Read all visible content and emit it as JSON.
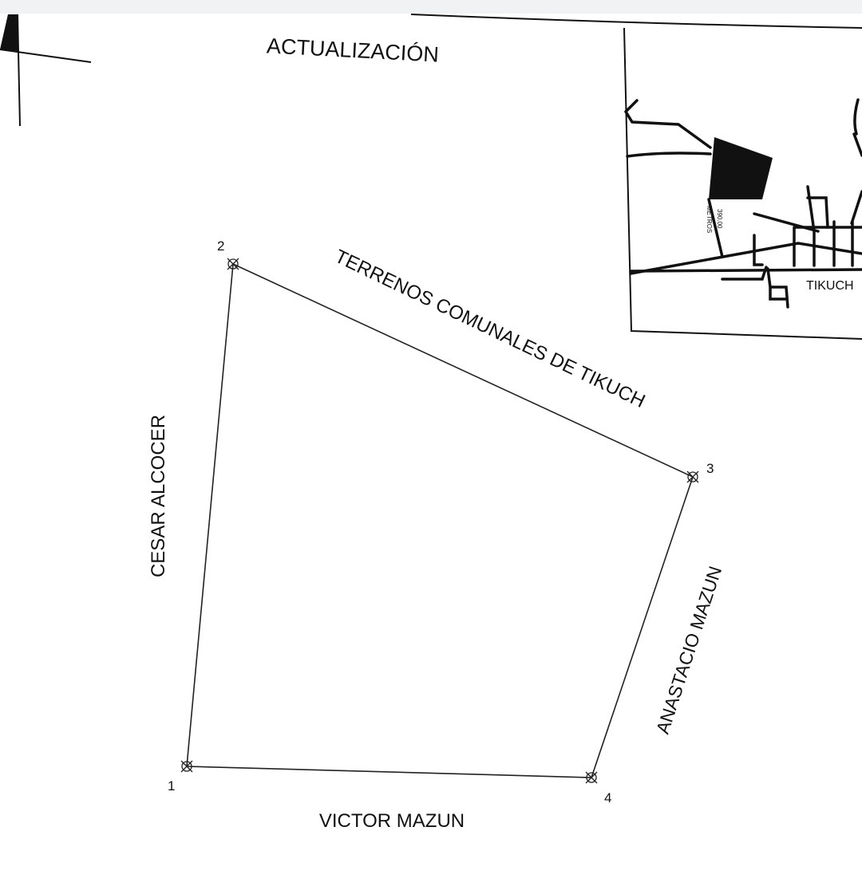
{
  "title": "ACTUALIZACIÓN",
  "boundaries": {
    "north": "TERRENOS COMUNALES DE TIKUCH",
    "west": "CESAR ALCOCER",
    "east": "ANASTACIO MAZUN",
    "south": "VICTOR MAZUN"
  },
  "vertices": [
    "1",
    "2",
    "3",
    "4"
  ],
  "location_map": {
    "town_label": "TIKUCH",
    "distance_label": "390.00",
    "distance_unit": "METROS"
  },
  "colors": {
    "ink": "#111111",
    "topbar": "#f1f2f4"
  }
}
